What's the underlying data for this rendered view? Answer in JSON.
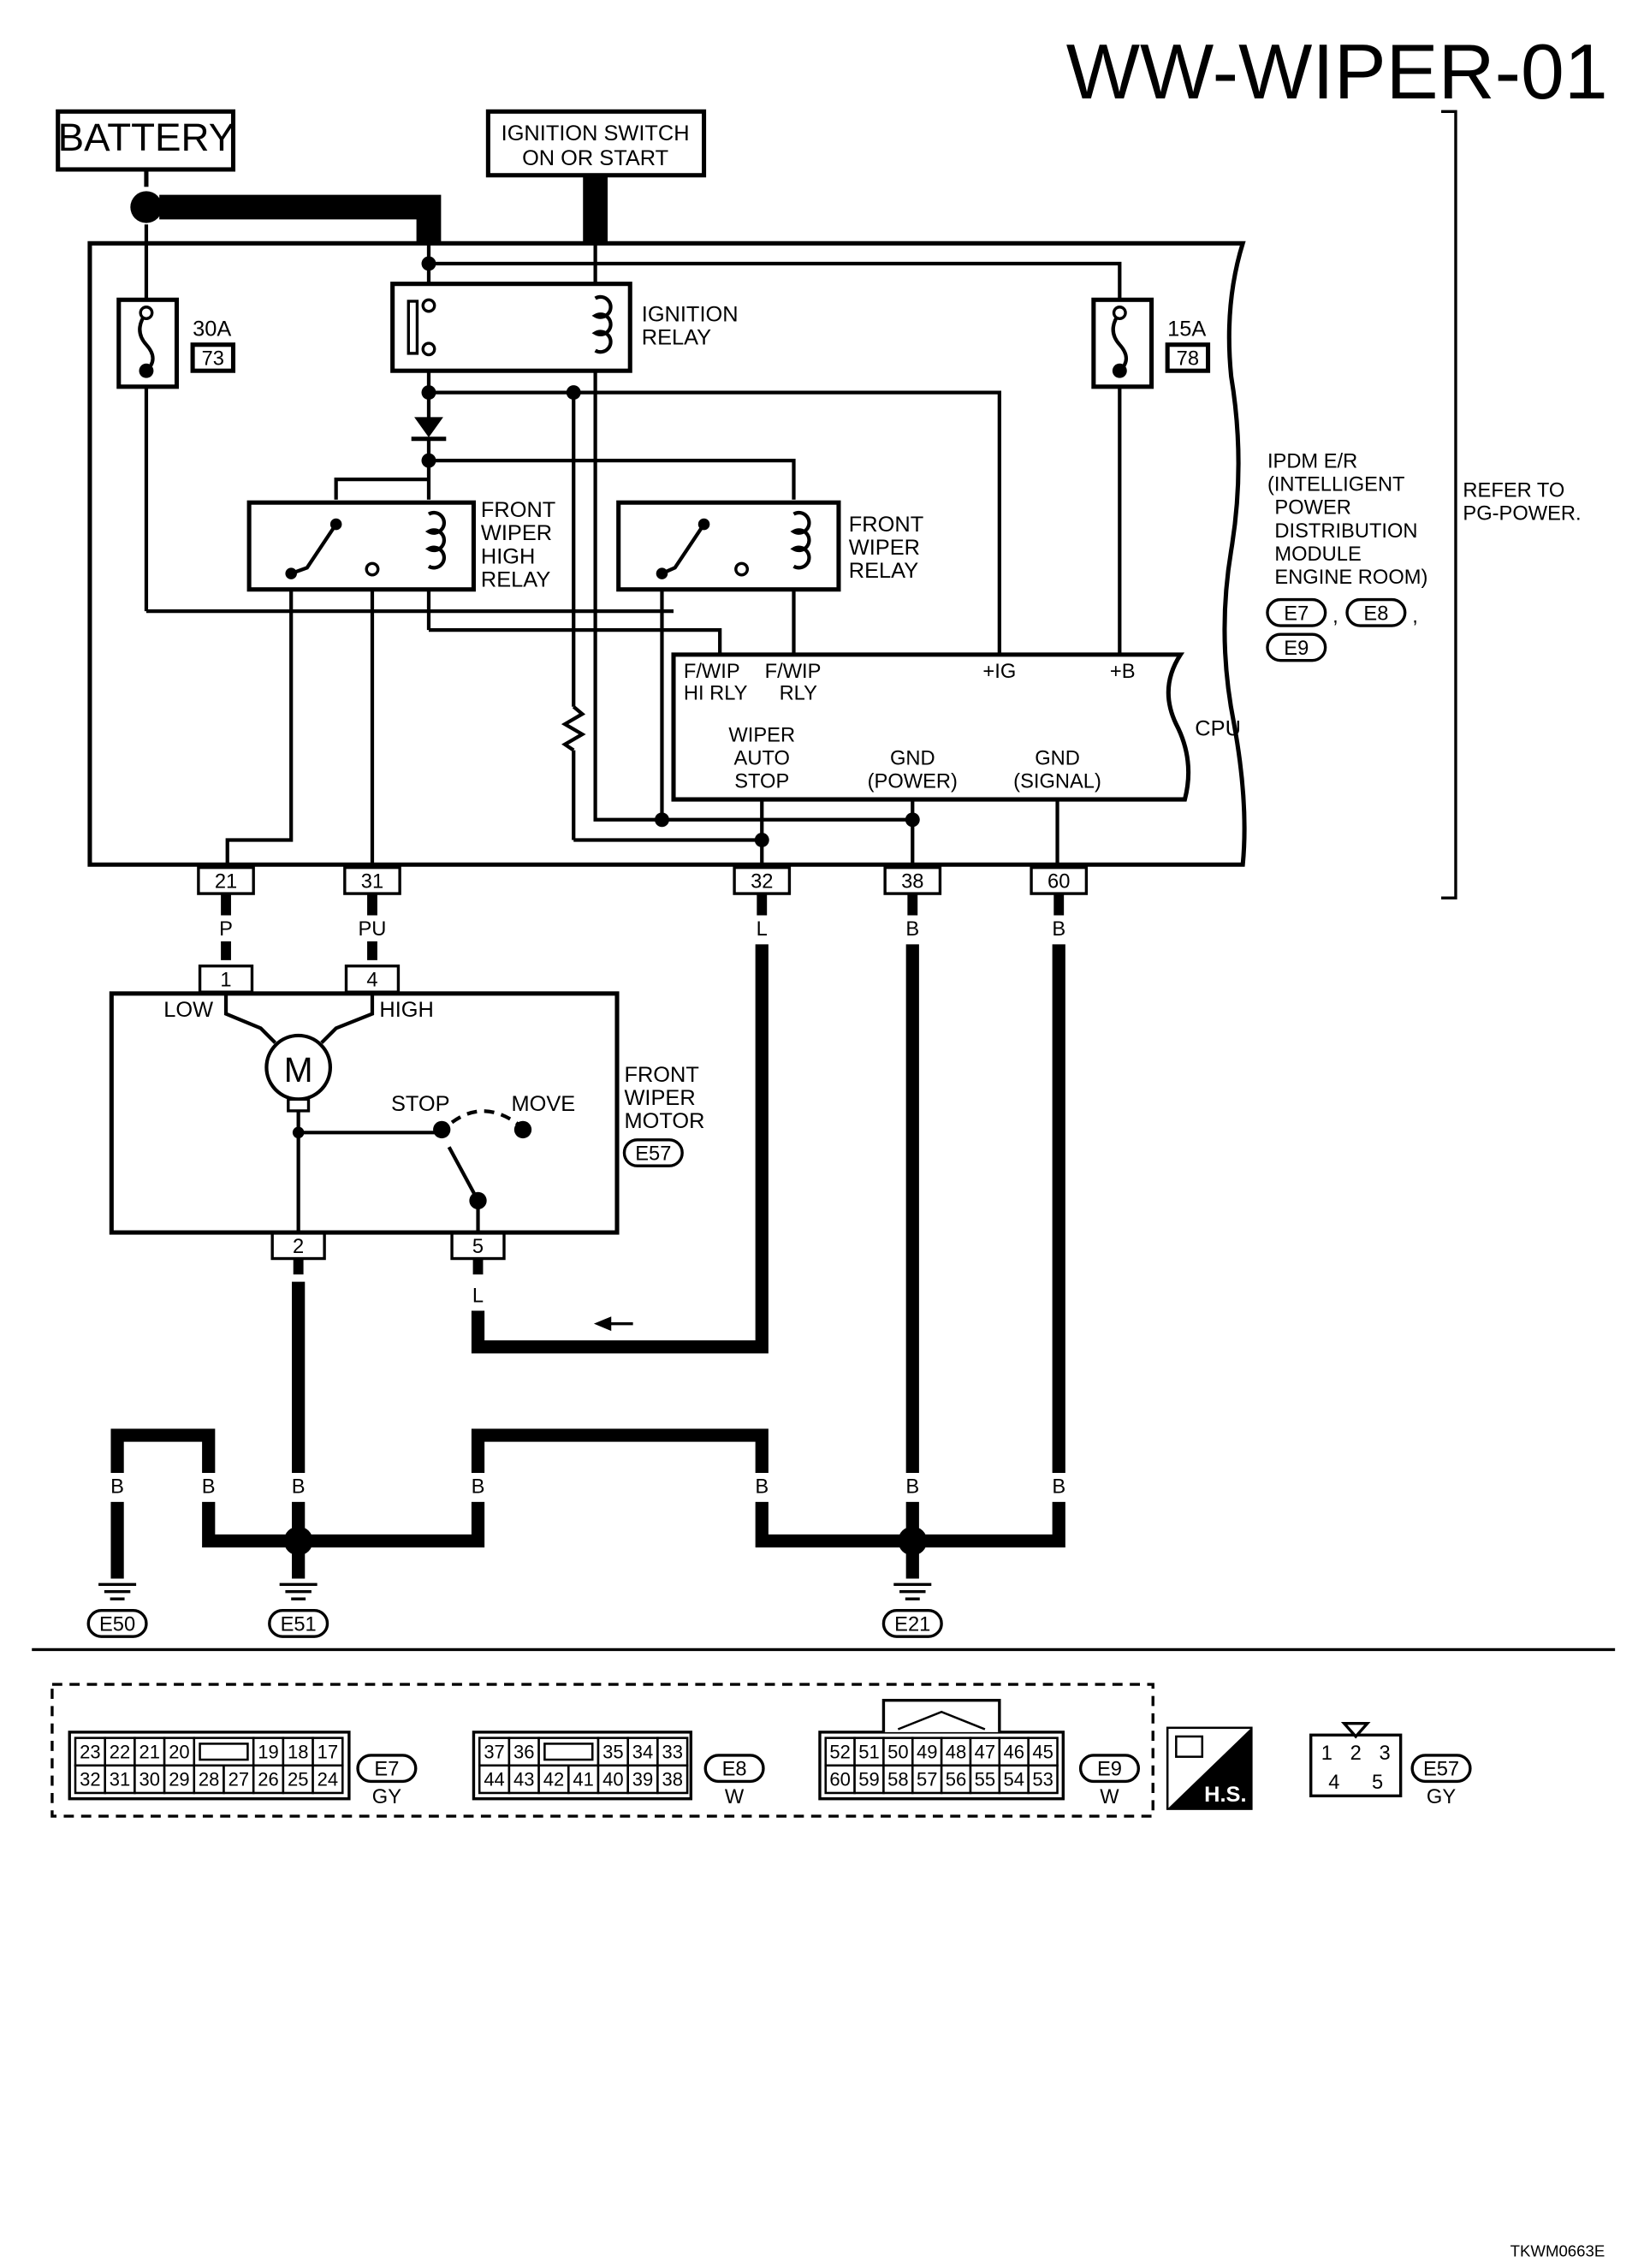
{
  "title": "WW-WIPER-01",
  "image_ref": "TKWM0663E",
  "top": {
    "battery": "BATTERY",
    "ignition_line1": "IGNITION SWITCH",
    "ignition_line2": "ON OR START"
  },
  "ipdm": {
    "fuse_30a": "30A",
    "fuse_30a_no": "73",
    "fuse_15a": "15A",
    "fuse_15a_no": "78",
    "ign_relay": [
      "IGNITION",
      "RELAY"
    ],
    "hi_relay": [
      "FRONT",
      "WIPER",
      "HIGH",
      "RELAY"
    ],
    "wiper_relay": [
      "FRONT",
      "WIPER",
      "RELAY"
    ],
    "desc": [
      "IPDM E/R",
      "(INTELLIGENT",
      "POWER",
      "DISTRIBUTION",
      "MODULE",
      "ENGINE ROOM)"
    ],
    "conn1": "E7",
    "conn2": "E8",
    "conn3": "E9",
    "comma": ",",
    "refer": [
      "REFER TO",
      "PG-POWER."
    ]
  },
  "cpu": {
    "label": "CPU",
    "fwip_hi": [
      "F/WIP",
      "HI RLY"
    ],
    "fwip": [
      "F/WIP",
      "RLY"
    ],
    "ig": "+IG",
    "b": "+B",
    "auto_stop": [
      "WIPER",
      "AUTO",
      "STOP"
    ],
    "gnd_power": [
      "GND",
      "(POWER)"
    ],
    "gnd_signal": [
      "GND",
      "(SIGNAL)"
    ]
  },
  "ipdm_pins": [
    "21",
    "31",
    "32",
    "38",
    "60"
  ],
  "wire_colors": {
    "p": "P",
    "pu": "PU",
    "l": "L",
    "b": "B"
  },
  "motor": {
    "label": [
      "FRONT",
      "WIPER",
      "MOTOR"
    ],
    "conn": "E57",
    "pins": [
      "1",
      "4",
      "2",
      "5"
    ],
    "low": "LOW",
    "high": "HIGH",
    "m": "M",
    "stop": "STOP",
    "move": "MOVE"
  },
  "grounds": [
    "E50",
    "E51",
    "E21"
  ],
  "connectors": {
    "e7": {
      "row1": [
        "23",
        "22",
        "21",
        "20",
        "",
        "19",
        "18",
        "17"
      ],
      "row2": [
        "32",
        "31",
        "30",
        "29",
        "28",
        "27",
        "26",
        "25",
        "24"
      ],
      "id": "E7",
      "color": "GY"
    },
    "e8": {
      "row1": [
        "37",
        "36",
        "",
        "35",
        "34",
        "33"
      ],
      "row2": [
        "44",
        "43",
        "42",
        "41",
        "40",
        "39",
        "38"
      ],
      "id": "E8",
      "color": "W"
    },
    "e9": {
      "row1": [
        "52",
        "51",
        "50",
        "49",
        "48",
        "47",
        "46",
        "45"
      ],
      "row2": [
        "60",
        "59",
        "58",
        "57",
        "56",
        "55",
        "54",
        "53"
      ],
      "id": "E9",
      "color": "W"
    },
    "hs": "H.S.",
    "e57": {
      "row1": [
        "1",
        "2",
        "3"
      ],
      "row2": [
        "4",
        "5"
      ],
      "id": "E57",
      "color": "GY"
    }
  }
}
